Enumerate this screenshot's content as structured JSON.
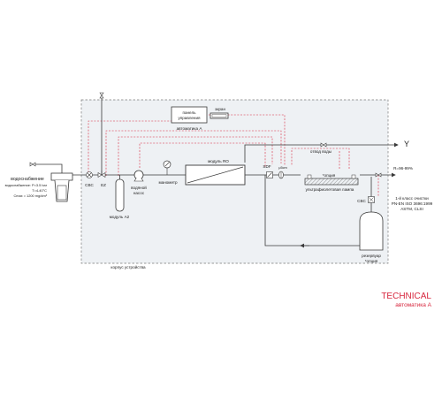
{
  "colors": {
    "accent": "#d7263d",
    "line": "#3a3a3a",
    "housing_fill": "#eef1f4",
    "housing_stroke": "#7a7a7a"
  },
  "labels": {
    "water_supply": "водоснабжение",
    "supply_params": [
      "водоснабжение: P=3.5 bar",
      "T=4-40°C",
      "Cmax = 1200 mg/dm³"
    ],
    "control_panel": [
      "панель",
      "управления"
    ],
    "screen": "экран",
    "automatics_a": "автоматика A",
    "cvs_left": "CBC",
    "ez": "EZ",
    "module_a2": "модуль A2",
    "pump": [
      "водяной",
      "насос"
    ],
    "manometer": "манометр",
    "module_ro": "модуль RO",
    "sdf": "SDF",
    "micron": "μ5cm",
    "option": "*опция",
    "drain": "отвод воды",
    "uv_lamp": "ультрафиолетовая лампа",
    "cvs_right": "CBC",
    "reservoir": [
      "резервуар",
      "*опция"
    ],
    "housing": "корпус устройства",
    "y_out": "Y",
    "purity": "R=96-99%",
    "purity_class": [
      "1-й класс очистки",
      "PN-EN ISO 3696:1999",
      "ASTM, CLSI"
    ],
    "brand": "TECHNICAL",
    "brand_sub": "автоматика A"
  },
  "icons": {
    "valves": "valve-icon",
    "pump": "pump-icon",
    "manometer": "gauge-icon",
    "sensor": "sensor-icon"
  }
}
